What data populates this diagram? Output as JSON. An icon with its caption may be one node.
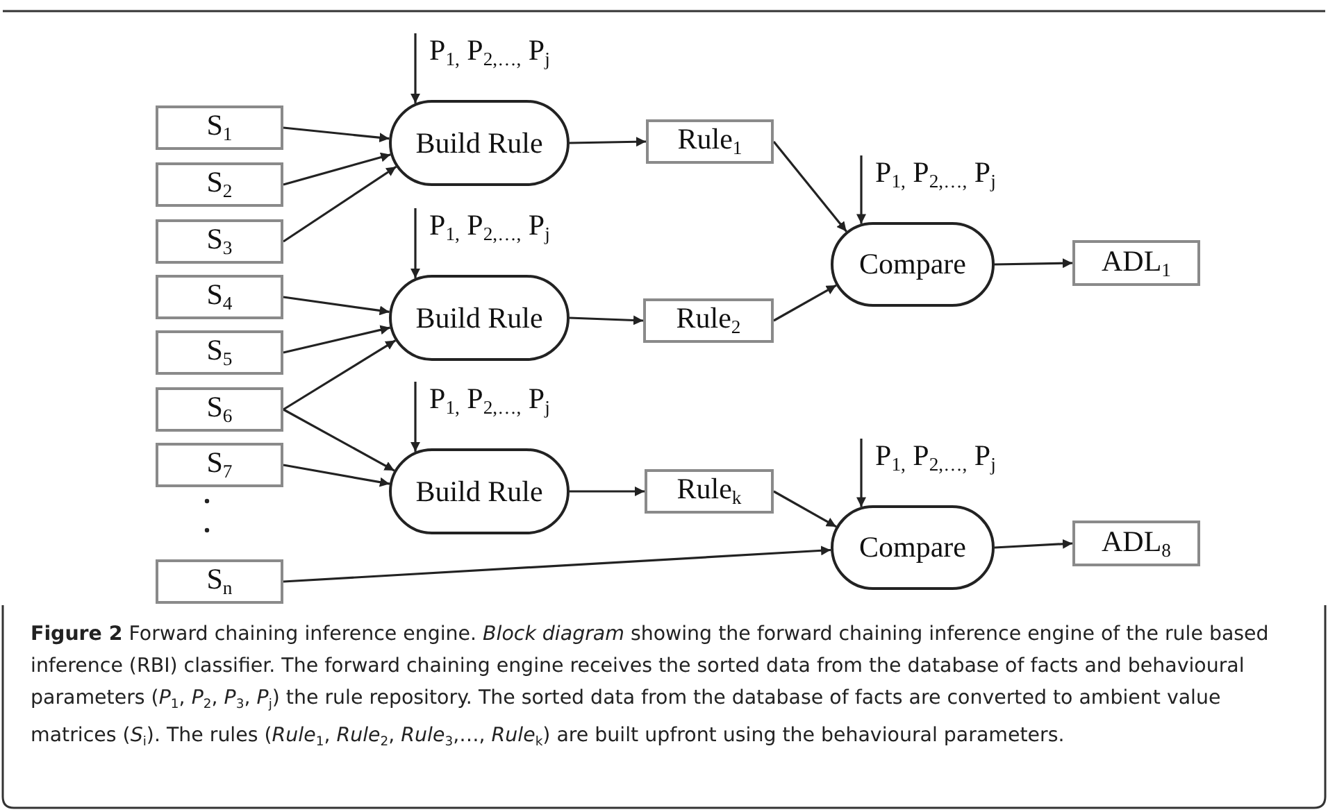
{
  "diagram": {
    "caption": "**Figure 2** Forward chaining inference engine. *Block diagram* showing the forward chaining inference engine of the rule based inference (RBI) classifier. The forward chaining engine receives the sorted data from the database of facts and behavioural parameters (*P*$_{1}$, *P*$_{2}$, *P*$_{3}$, *P*$_{j}$) the rule repository. The sorted data from the database of facts are converted to ambient value matrices (*S*$_{i}$). The rules (*Rule*$_{1}$, *Rule*$_{2}$, *Rule*$_{3}$,…, *Rule*$_{k}$) are built upfront using the behavioural parameters.",
    "nodes": [
      {
        "text": [
          "S$_{1}$"
        ]
      },
      {
        "text": [
          "S$_{2}$"
        ]
      },
      {
        "text": [
          "S$_{3}$"
        ]
      },
      {
        "text": [
          "S$_{4}$"
        ]
      },
      {
        "text": [
          "S$_{5}$"
        ]
      },
      {
        "text": [
          "S$_{6}$"
        ]
      },
      {
        "text": [
          "S$_{7}$"
        ]
      },
      {
        "text": [
          "S$_{n}$"
        ]
      },
      {
        "text": [
          "Build Rule"
        ]
      },
      {
        "text": [
          "Build Rule"
        ]
      },
      {
        "text": [
          "Build Rule"
        ]
      },
      {
        "text": [
          "Rule$_{1}$"
        ]
      },
      {
        "text": [
          "Rule$_{2}$"
        ]
      },
      {
        "text": [
          "Rule$_{k}$"
        ]
      },
      {
        "text": [
          "Compare"
        ]
      },
      {
        "text": [
          "Compare"
        ]
      },
      {
        "text": [
          "ADL$_{1}$"
        ]
      },
      {
        "text": [
          "ADL$_{8}$"
        ]
      }
    ],
    "edges": [
      {
        "from": 0,
        "to": 8,
        "arrow": "to"
      },
      {
        "from": 1,
        "to": 8,
        "arrow": "to"
      },
      {
        "from": 2,
        "to": 8,
        "arrow": "to"
      },
      {
        "from": 3,
        "to": 9,
        "arrow": "to"
      },
      {
        "from": 4,
        "to": 9,
        "arrow": "to"
      },
      {
        "from": 5,
        "to": 9,
        "arrow": "to"
      },
      {
        "from": 5,
        "to": 10,
        "arrow": "to"
      },
      {
        "from": 6,
        "to": 10,
        "arrow": "to"
      },
      {
        "from": 8,
        "to": 11,
        "arrow": "to"
      },
      {
        "from": 9,
        "to": 12,
        "arrow": "to"
      },
      {
        "from": 10,
        "to": 13,
        "arrow": "to"
      },
      {
        "from": 11,
        "to": 14,
        "arrow": "to"
      },
      {
        "from": 12,
        "to": 14,
        "arrow": "to"
      },
      {
        "from": 14,
        "to": 16,
        "arrow": "to"
      },
      {
        "from": 13,
        "to": 15,
        "arrow": "to"
      },
      {
        "from": 7,
        "to": 15,
        "arrow": "to"
      },
      {
        "from": 15,
        "to": 17,
        "arrow": "to"
      },
      {
        "from": null,
        "to": 8,
        "arrow": "to",
        "label": "P$_{1,}$ P$_{2,…,}$ P$_{j}$"
      },
      {
        "from": null,
        "to": 9,
        "arrow": "to",
        "label": "P$_{1,}$ P$_{2,…,}$ P$_{j}$"
      },
      {
        "from": null,
        "to": 10,
        "arrow": "to",
        "label": "P$_{1,}$ P$_{2,…,}$ P$_{j}$"
      },
      {
        "from": null,
        "to": 14,
        "arrow": "to",
        "label": "P$_{1,}$ P$_{2,…,}$ P$_{j}$"
      },
      {
        "from": null,
        "to": 15,
        "arrow": "to",
        "label": "P$_{1,}$ P$_{2,…,}$ P$_{j}$"
      }
    ]
  }
}
